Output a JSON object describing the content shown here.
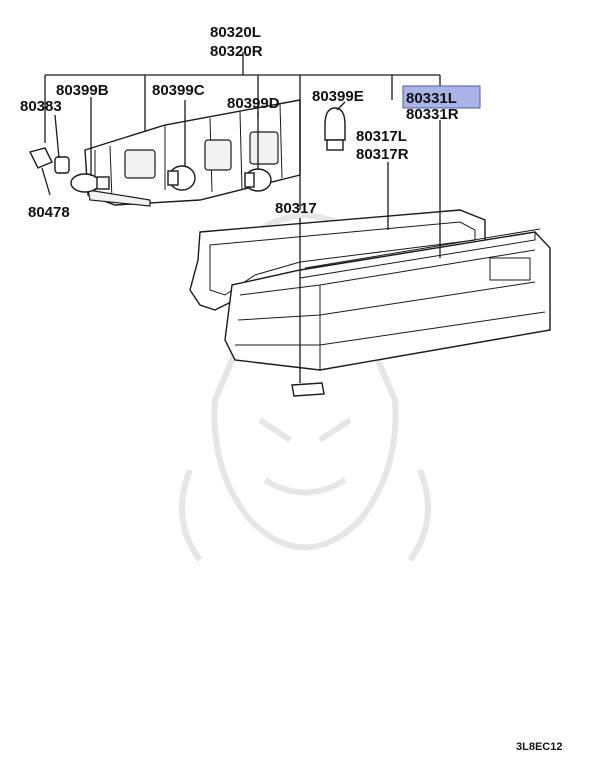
{
  "colors": {
    "highlight_fill": "#a9b3e6",
    "highlight_stroke": "#4a5ab8",
    "line": "#1a1a1a",
    "watermark": "#e6e6e6"
  },
  "labels": {
    "p80320L": "80320L",
    "p80320R": "80320R",
    "p80399B": "80399B",
    "p80383": "80383",
    "p80399C": "80399C",
    "p80399D": "80399D",
    "p80399E": "80399E",
    "p80331L": "80331L",
    "p80331R": "80331R",
    "p80317L": "80317L",
    "p80317R": "80317R",
    "p80317": "80317",
    "p80478": "80478"
  },
  "diagram_ref": "3L8EC12",
  "selected_part": "80331L",
  "watermark_icon": "samurai-mask-icon"
}
